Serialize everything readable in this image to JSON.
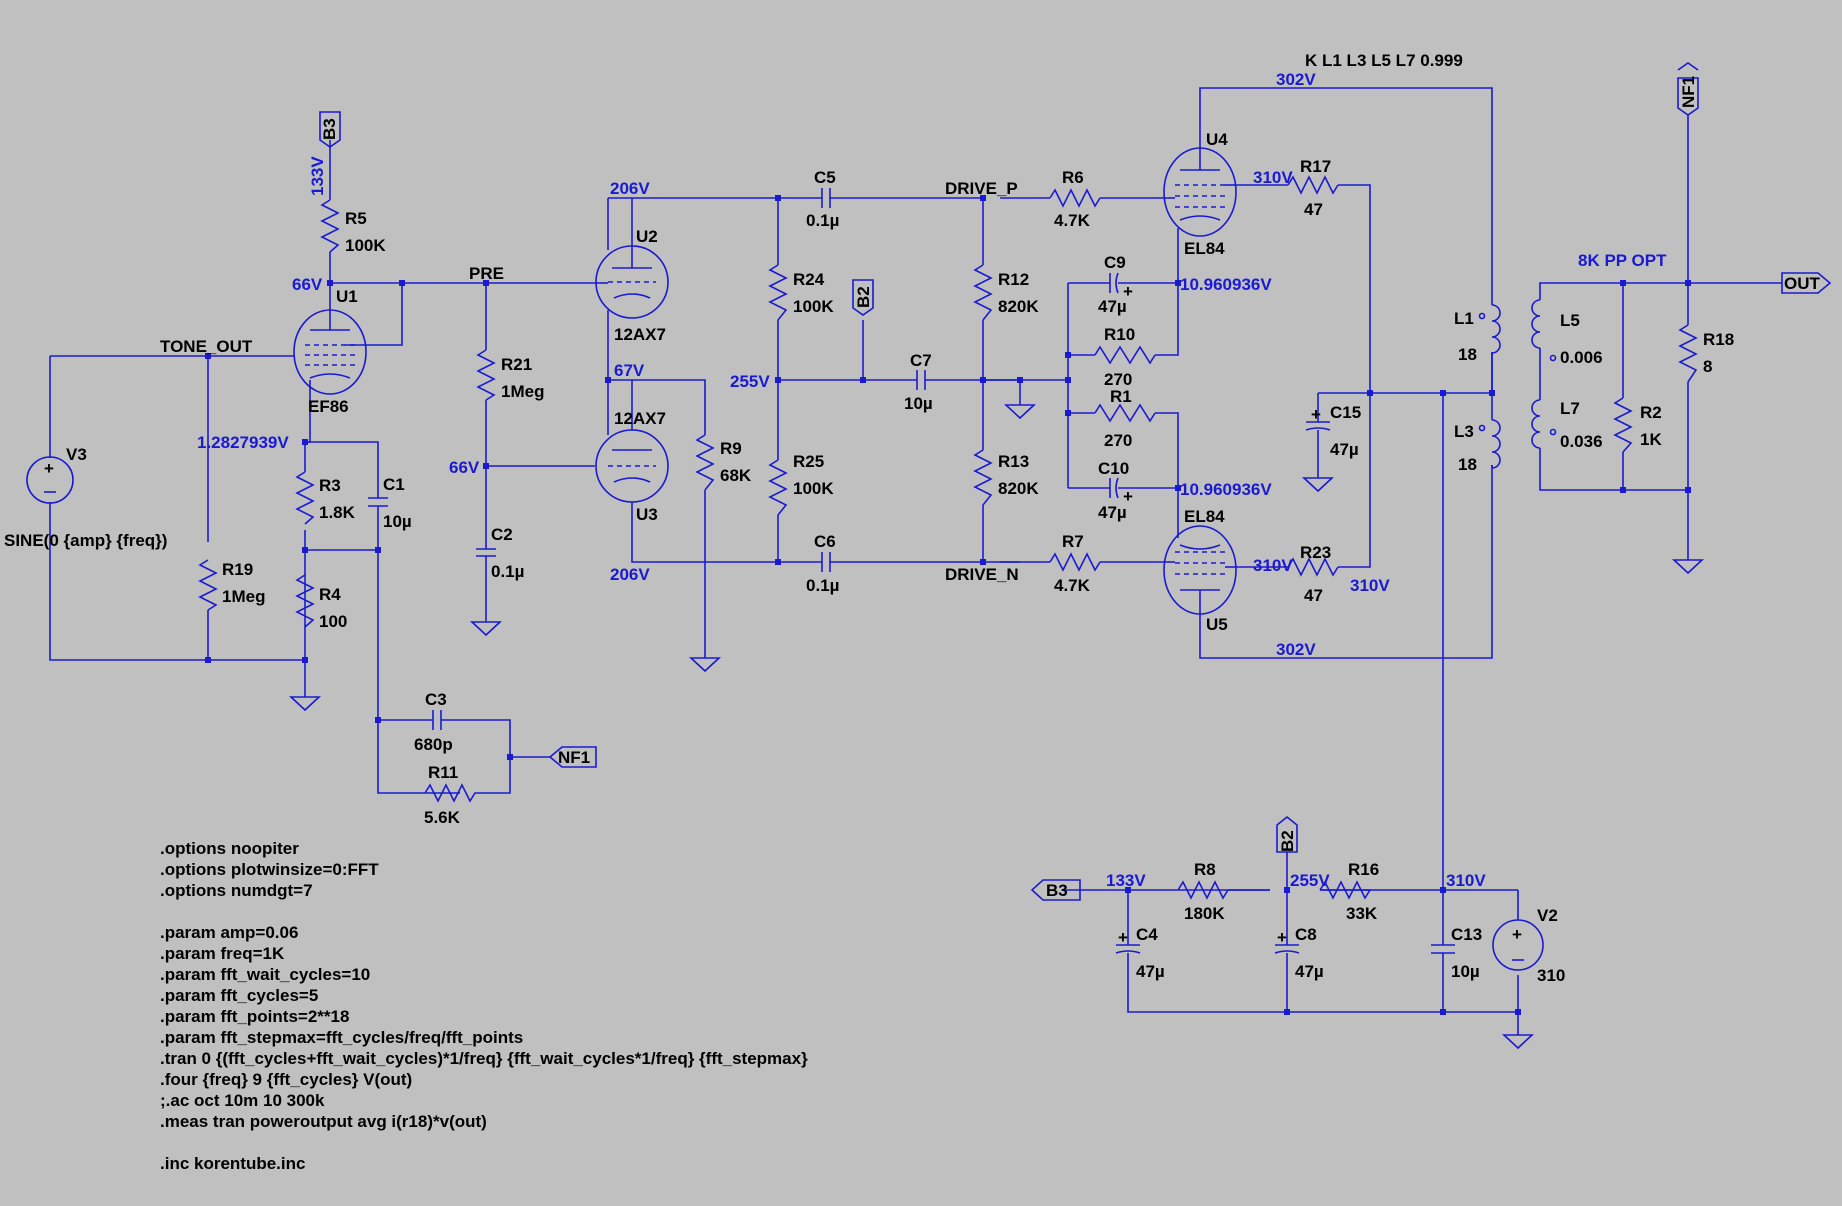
{
  "coupling": "K L1 L3 L5 L7  0.999",
  "ports": {
    "b3_top": "B3",
    "b2_mid": "B2",
    "nf1_top": "NF1",
    "nf1_fb": "NF1",
    "out": "OUT",
    "b2_psu": "B2",
    "b3_psu": "B3"
  },
  "nets": {
    "tone_out": "TONE_OUT",
    "pre": "PRE",
    "drive_p": "DRIVE_P",
    "drive_n": "DRIVE_N",
    "opt": "8K PP OPT"
  },
  "voltages": {
    "v133_vert": "133V",
    "v66_u1": "66V",
    "v1_28": "1.2827939V",
    "v206_top": "206V",
    "v67": "67V",
    "v255_mid": "255V",
    "v66_grid": "66V",
    "v206_bot": "206V",
    "v302_top": "302V",
    "v310_u4": "310V",
    "v10_96_top": "10.960936V",
    "v10_96_bot": "10.960936V",
    "v310_u5": "310V",
    "v310_r23": "310V",
    "v302_bot": "302V",
    "v133_psu": "133V",
    "v255_psu": "255V",
    "v310_psu": "310V"
  },
  "components": {
    "R5": {
      "name": "R5",
      "value": "100K"
    },
    "U1": {
      "name": "U1",
      "value": "EF86"
    },
    "R3": {
      "name": "R3",
      "value": "1.8K"
    },
    "C1": {
      "name": "C1",
      "value": "10µ"
    },
    "R4": {
      "name": "R4",
      "value": "100"
    },
    "R19": {
      "name": "R19",
      "value": "1Meg"
    },
    "V3": {
      "name": "V3",
      "value": "SINE(0 {amp} {freq})"
    },
    "R21": {
      "name": "R21",
      "value": "1Meg"
    },
    "C2": {
      "name": "C2",
      "value": "0.1µ"
    },
    "C3": {
      "name": "C3",
      "value": "680p"
    },
    "R11": {
      "name": "R11",
      "value": "5.6K"
    },
    "U2": {
      "name": "U2",
      "value": "12AX7"
    },
    "U3": {
      "name": "U3",
      "value": "12AX7"
    },
    "R9": {
      "name": "R9",
      "value": "68K"
    },
    "C5": {
      "name": "C5",
      "value": "0.1µ"
    },
    "C6": {
      "name": "C6",
      "value": "0.1µ"
    },
    "R24": {
      "name": "R24",
      "value": "100K"
    },
    "R25": {
      "name": "R25",
      "value": "100K"
    },
    "C7": {
      "name": "C7",
      "value": "10µ"
    },
    "R12": {
      "name": "R12",
      "value": "820K"
    },
    "R13": {
      "name": "R13",
      "value": "820K"
    },
    "R6": {
      "name": "R6",
      "value": "4.7K"
    },
    "R7": {
      "name": "R7",
      "value": "4.7K"
    },
    "C9": {
      "name": "C9",
      "value": "47µ"
    },
    "R10": {
      "name": "R10",
      "value": "270"
    },
    "R1": {
      "name": "R1",
      "value": "270"
    },
    "C10": {
      "name": "C10",
      "value": "47µ"
    },
    "U4": {
      "name": "U4",
      "value": "EL84"
    },
    "U5": {
      "name": "U5",
      "value": "EL84"
    },
    "R17": {
      "name": "R17",
      "value": "47"
    },
    "R23": {
      "name": "R23",
      "value": "47"
    },
    "C15": {
      "name": "C15",
      "value": "47µ"
    },
    "L1": {
      "name": "L1",
      "value": "18"
    },
    "L3": {
      "name": "L3",
      "value": "18"
    },
    "L5": {
      "name": "L5",
      "value": "0.006"
    },
    "L7": {
      "name": "L7",
      "value": "0.036"
    },
    "R2": {
      "name": "R2",
      "value": "1K"
    },
    "R18": {
      "name": "R18",
      "value": "8"
    },
    "R8": {
      "name": "R8",
      "value": "180K"
    },
    "R16": {
      "name": "R16",
      "value": "33K"
    },
    "C4": {
      "name": "C4",
      "value": "47µ"
    },
    "C8": {
      "name": "C8",
      "value": "47µ"
    },
    "C13": {
      "name": "C13",
      "value": "10µ"
    },
    "V2": {
      "name": "V2",
      "value": "310"
    }
  },
  "directives": [
    ".options noopiter",
    ".options plotwinsize=0:FFT",
    ".options numdgt=7",
    "",
    ".param amp=0.06",
    ".param freq=1K",
    ".param fft_wait_cycles=10",
    ".param fft_cycles=5",
    ".param fft_points=2**18",
    ".param fft_stepmax=fft_cycles/freq/fft_points",
    ".tran 0 {(fft_cycles+fft_wait_cycles)*1/freq} {fft_wait_cycles*1/freq} {fft_stepmax}",
    ".four {freq} 9 {fft_cycles} V(out)",
    ";.ac oct 10m 10 300k",
    ".meas tran poweroutput avg i(r18)*v(out)",
    "",
    ".inc korentube.inc"
  ],
  "colors": {
    "background": "#c0c0c0",
    "wire": "#1a1ad0",
    "label": "#000000"
  }
}
